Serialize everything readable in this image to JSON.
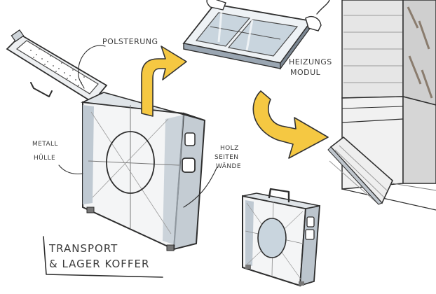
{
  "labels": {
    "polsterung": "POLSTERUNG",
    "heizungs": "HEIZUNGS",
    "modul": "MODUL",
    "metall": "METALL",
    "huelle": "HÜLLE",
    "holz": "HOLZ",
    "seiten": "SEITEN",
    "waende": "WÄNDE",
    "title_line1": "TRANSPORT",
    "title_line2": "& LAGER KOFFER"
  },
  "colors": {
    "arrow_yellow": "#f5c842",
    "arrow_outline": "#333333",
    "case_shade": "#a9b4bf",
    "glass_blue": "#b9c7d3",
    "wall_wood": "#8c7a66",
    "ink": "#2e2e2e"
  }
}
